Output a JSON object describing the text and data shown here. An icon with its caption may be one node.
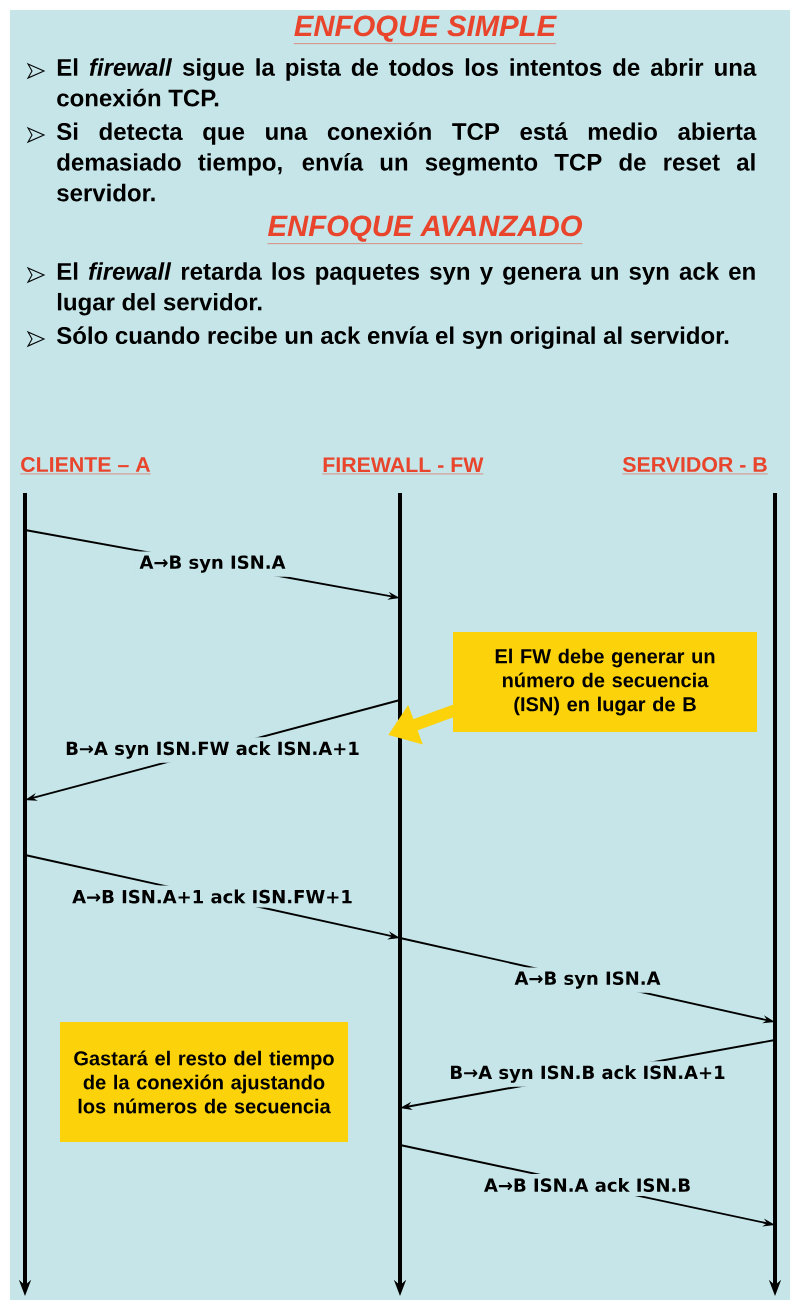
{
  "diagram": {
    "nodes": [
      {
        "text": [
          "CLIENTE – A"
        ]
      },
      {
        "text": [
          "FIREWALL - FW"
        ]
      },
      {
        "text": [
          "SERVIDOR - B"
        ]
      },
      {
        "text": [
          "El FW debe generar un número de secuencia (ISN) en lugar de B"
        ]
      },
      {
        "text": [
          "Gastará el resto del tiempo de la conexión ajustando los números de secuencia"
        ]
      }
    ],
    "edges": [
      {
        "from": 0,
        "to": 1,
        "arrow": "to",
        "label": "A→B syn ISN.A"
      },
      {
        "from": 1,
        "to": 0,
        "arrow": "to",
        "label": "B→A syn ISN.FW ack ISN.A+1"
      },
      {
        "from": 0,
        "to": 1,
        "arrow": "to",
        "label": "A→B ISN.A+1 ack  ISN.FW+1"
      },
      {
        "from": 1,
        "to": 2,
        "arrow": "to",
        "label": "A→B syn ISN.A"
      },
      {
        "from": 2,
        "to": 1,
        "arrow": "to",
        "label": "B→A syn ISN.B ack ISN.A+1"
      },
      {
        "from": 1,
        "to": 2,
        "arrow": "to",
        "label": "A→B ISN.A ack  ISN.B"
      },
      {
        "from": 3,
        "to": 1,
        "arrow": "to",
        "style": "thick",
        "color": "#fcd20a"
      }
    ],
    "labels": [
      "ENFOQUE SIMPLE",
      "El *firewall* sigue la pista de todos los intentos de abrir una conexión TCP.",
      "Si detecta que una conexión TCP está medio abierta demasiado tiempo, envía un segmento TCP de reset al servidor.",
      "ENFOQUE AVANZADO",
      "El *firewall* retarda los paquetes syn y genera un syn ack en lugar del servidor.",
      "Sólo cuando recibe un ack envía el syn original al servidor."
    ]
  }
}
